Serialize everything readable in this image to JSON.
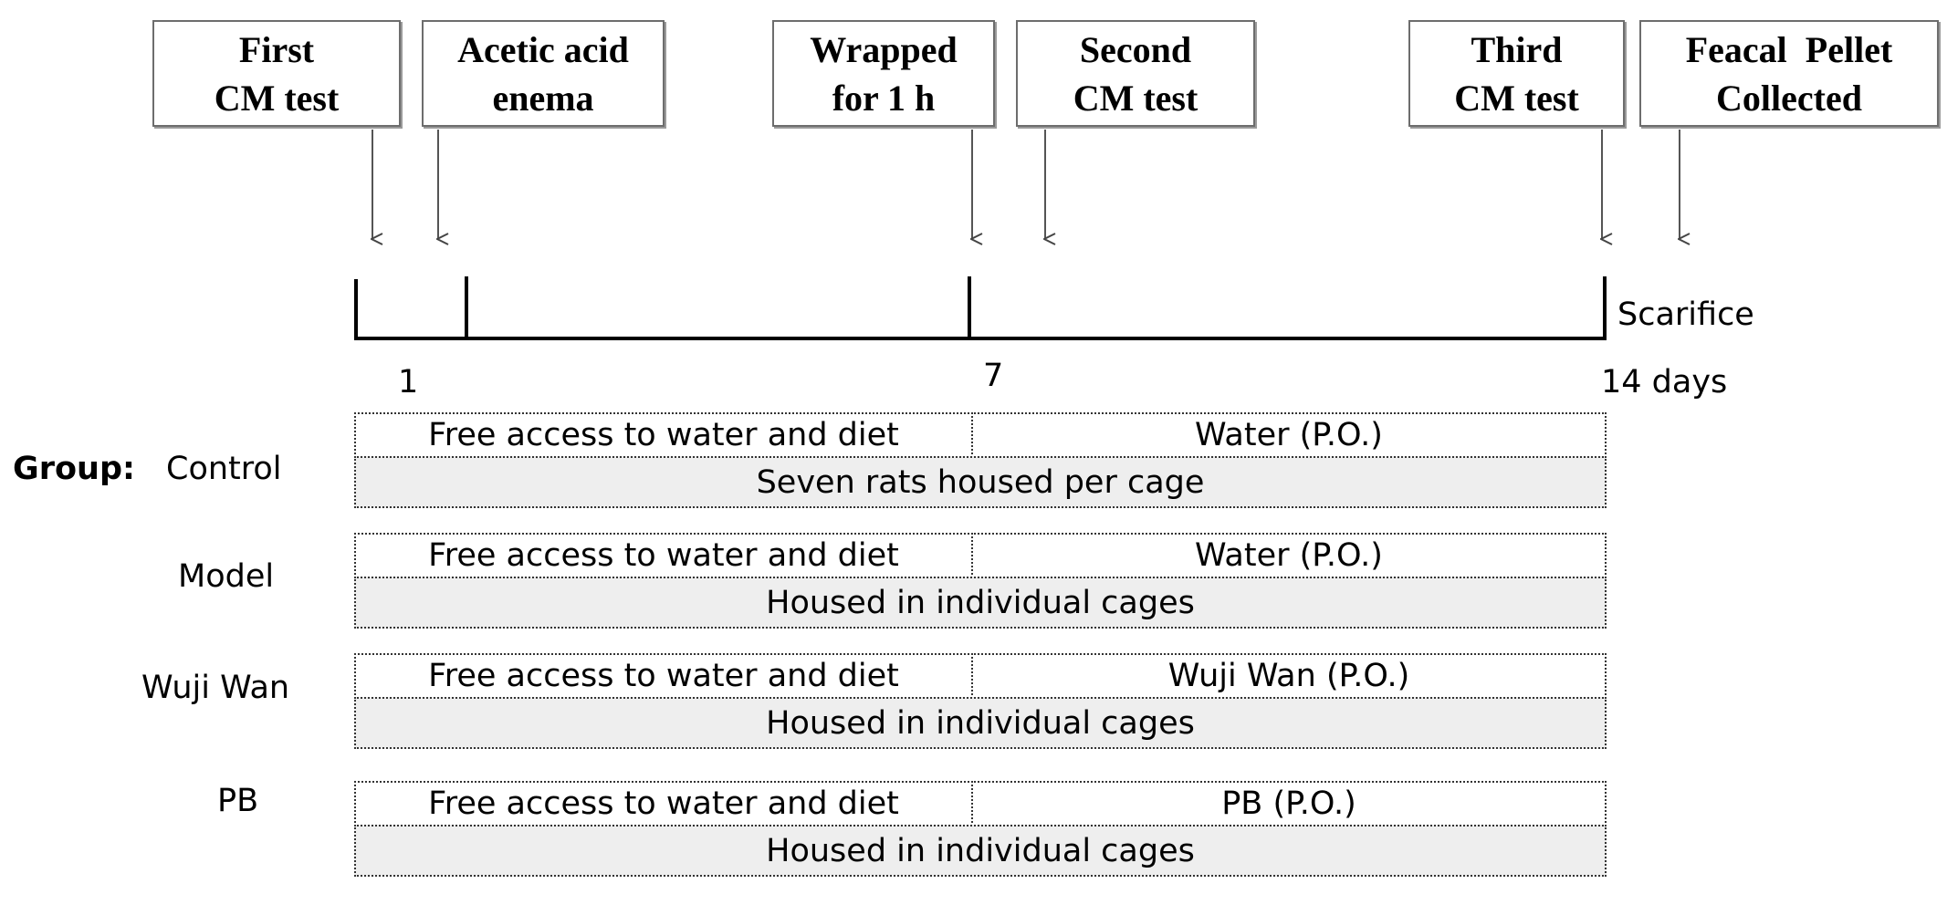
{
  "events": [
    {
      "lines": [
        "First",
        "CM test"
      ]
    },
    {
      "lines": [
        "Acetic acid",
        "enema"
      ]
    },
    {
      "lines": [
        "Wrapped",
        "for 1 h"
      ]
    },
    {
      "lines": [
        "Second",
        "CM test"
      ]
    },
    {
      "lines": [
        "Third",
        "CM test"
      ]
    },
    {
      "lines": [
        "Feacal  Pellet",
        "Collected"
      ]
    }
  ],
  "timeline": {
    "end_label": "Scarifice",
    "ticks": [
      "1",
      "7",
      "14 days"
    ]
  },
  "group_prefix": "Group:",
  "groups": [
    {
      "name": "Control",
      "period1": "Free access to water and diet",
      "period2": "Water (P.O.)",
      "housing": "Seven rats housed per cage"
    },
    {
      "name": "Model",
      "period1": "Free access to water and diet",
      "period2": "Water (P.O.)",
      "housing": "Housed in individual cages"
    },
    {
      "name": "Wuji Wan",
      "period1": "Free access to water and diet",
      "period2": "Wuji Wan (P.O.)",
      "housing": "Housed in individual cages"
    },
    {
      "name": "PB",
      "period1": "Free access to water and diet",
      "period2": "PB (P.O.)",
      "housing": "Housed in individual cages"
    }
  ]
}
